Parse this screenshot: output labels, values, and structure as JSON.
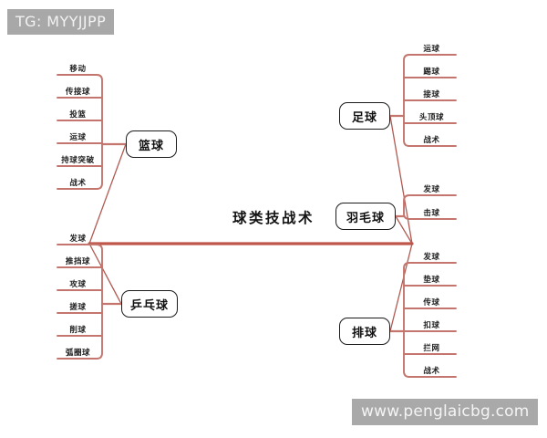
{
  "overlay": {
    "tag": "TG: MYYJJPP",
    "watermark": "www.penglaicbg.com"
  },
  "colors": {
    "trunk": "#c0564a",
    "branch": "#b05a52",
    "leaf_line": "#c4756d",
    "node_border": "#1b1b1b",
    "background": "#ffffff",
    "badge_bg": "#a8a8a8"
  },
  "mindmap": {
    "center": {
      "label": "球类技战术"
    },
    "branches": [
      {
        "id": "basketball",
        "label": "篮球",
        "side": "left",
        "leaves": [
          {
            "label": "移动"
          },
          {
            "label": "传接球"
          },
          {
            "label": "投篮"
          },
          {
            "label": "运球"
          },
          {
            "label": "持球突破"
          },
          {
            "label": "战术"
          }
        ]
      },
      {
        "id": "table-tennis",
        "label": "乒乓球",
        "side": "left",
        "leaves": [
          {
            "label": "发球"
          },
          {
            "label": "推挡球"
          },
          {
            "label": "攻球"
          },
          {
            "label": "搓球"
          },
          {
            "label": "削球"
          },
          {
            "label": "弧圈球"
          }
        ]
      },
      {
        "id": "football",
        "label": "足球",
        "side": "right",
        "leaves": [
          {
            "label": "运球"
          },
          {
            "label": "踢球"
          },
          {
            "label": "接球"
          },
          {
            "label": "头顶球"
          },
          {
            "label": "战术"
          }
        ]
      },
      {
        "id": "badminton",
        "label": "羽毛球",
        "side": "right",
        "leaves": [
          {
            "label": "发球"
          },
          {
            "label": "击球"
          }
        ]
      },
      {
        "id": "volleyball",
        "label": "排球",
        "side": "right",
        "leaves": [
          {
            "label": "发球"
          },
          {
            "label": "垫球"
          },
          {
            "label": "传球"
          },
          {
            "label": "扣球"
          },
          {
            "label": "拦网"
          },
          {
            "label": "战术"
          }
        ]
      }
    ]
  }
}
